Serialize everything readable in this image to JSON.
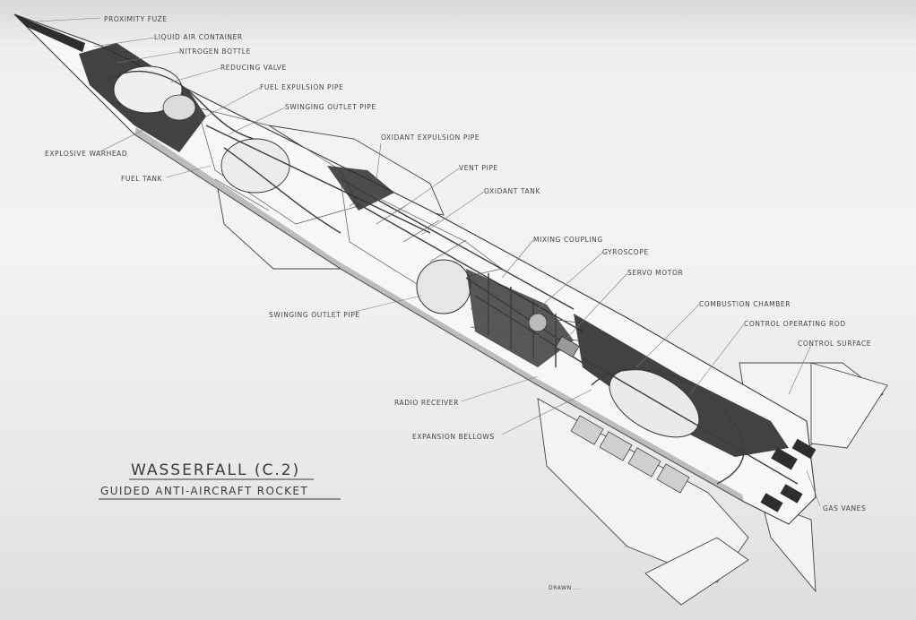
{
  "title": "WASSERFALL (C.2)",
  "subtitle": "GUIDED ANTI-AIRCRAFT ROCKET",
  "corner_note": "DRAWN ...",
  "labels": [
    "PROXIMITY FUZE",
    "LIQUID AIR CONTAINER",
    "NITROGEN BOTTLE",
    "REDUCING VALVE",
    "FUEL EXPULSION PIPE",
    "SWINGING OUTLET PIPE",
    "EXPLOSIVE WARHEAD",
    "FUEL TANK",
    "OXIDANT EXPULSION PIPE",
    "VENT PIPE",
    "OXIDANT TANK",
    "MIXING COUPLING",
    "GYROSCOPE",
    "SERVO MOTOR",
    "COMBUSTION CHAMBER",
    "CONTROL OPERATING ROD",
    "CONTROL SURFACE",
    "SWINGING OUTLET PIPE",
    "RADIO RECEIVER",
    "EXPANSION BELLOWS",
    "GAS VANES"
  ]
}
